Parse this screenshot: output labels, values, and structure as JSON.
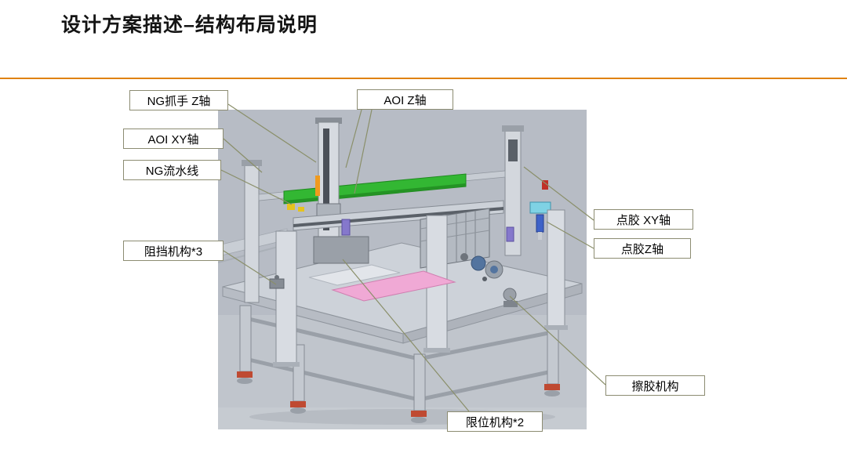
{
  "slide": {
    "title": "设计方案描述–结构布局说明",
    "accent_color": "#E0820F"
  },
  "diagram": {
    "labels": [
      {
        "id": "ng-gripper-z-axis",
        "text": "NG抓手 Z轴"
      },
      {
        "id": "aoi-z-axis",
        "text": "AOI Z轴"
      },
      {
        "id": "aoi-xy-axis",
        "text": "AOI XY轴"
      },
      {
        "id": "ng-conveyor-line",
        "text": "NG流水线"
      },
      {
        "id": "blocking-mechanism-x3",
        "text": "阻挡机构*3"
      },
      {
        "id": "dispensing-xy-axis",
        "text": "点胶 XY轴"
      },
      {
        "id": "dispensing-z-axis",
        "text": "点胶Z轴"
      },
      {
        "id": "glue-wiping-mechanism",
        "text": "擦胶机构"
      },
      {
        "id": "limit-mechanism-x2",
        "text": "限位机构*2"
      }
    ]
  }
}
